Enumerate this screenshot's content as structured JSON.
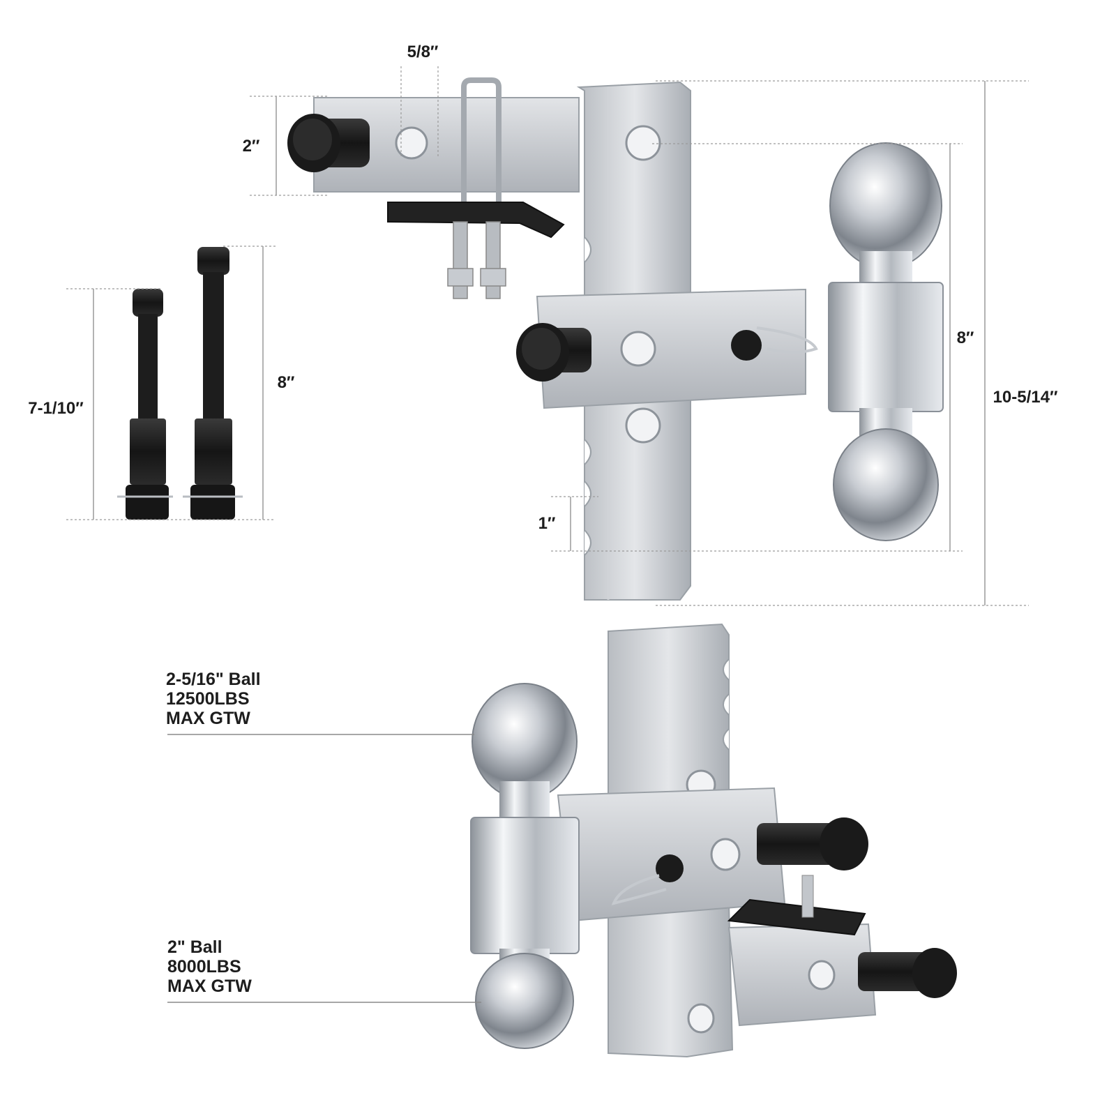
{
  "dimensions": {
    "pin_hole": "5/8″",
    "shank_height": "2″",
    "short_pin_length": "7-1/10″",
    "long_pin_length": "8″",
    "notch_spacing": "1″",
    "drop_range": "8″",
    "total_height": "10-5/14″"
  },
  "specs": {
    "large_ball": {
      "line1": "2-5/16\" Ball",
      "line2": "12500LBS",
      "line3": "MAX GTW"
    },
    "small_ball": {
      "line1": "2\" Ball",
      "line2": "8000LBS",
      "line3": "MAX GTW"
    }
  },
  "colors": {
    "aluminum": "#c9ccd0",
    "aluminum_dark": "#9ea3a9",
    "chrome": "#dfe3e8",
    "rubber": "#1e1e1e"
  }
}
